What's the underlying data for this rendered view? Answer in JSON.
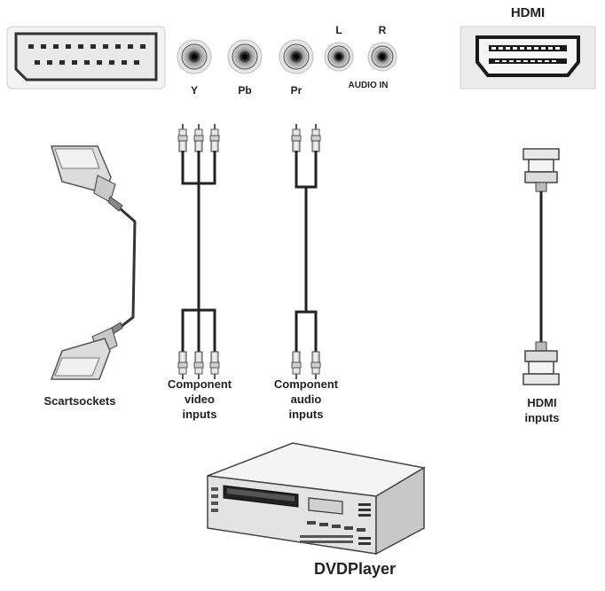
{
  "panel": {
    "jack_labels": [
      "Y",
      "Pb",
      "Pr"
    ],
    "audio_left": "L",
    "audio_right": "R",
    "audio_in": "AUDIO IN",
    "hdmi_title": "HDMI"
  },
  "cables": {
    "scart_label": "Scartsockets",
    "component_video_line1": "Component",
    "component_video_line2": "video",
    "component_video_line3": "inputs",
    "component_audio_line1": "Component",
    "component_audio_line2": "audio",
    "component_audio_line3": "inputs",
    "hdmi_line1": "HDMI",
    "hdmi_line2": "inputs"
  },
  "device": {
    "label": "DVDPlayer"
  }
}
